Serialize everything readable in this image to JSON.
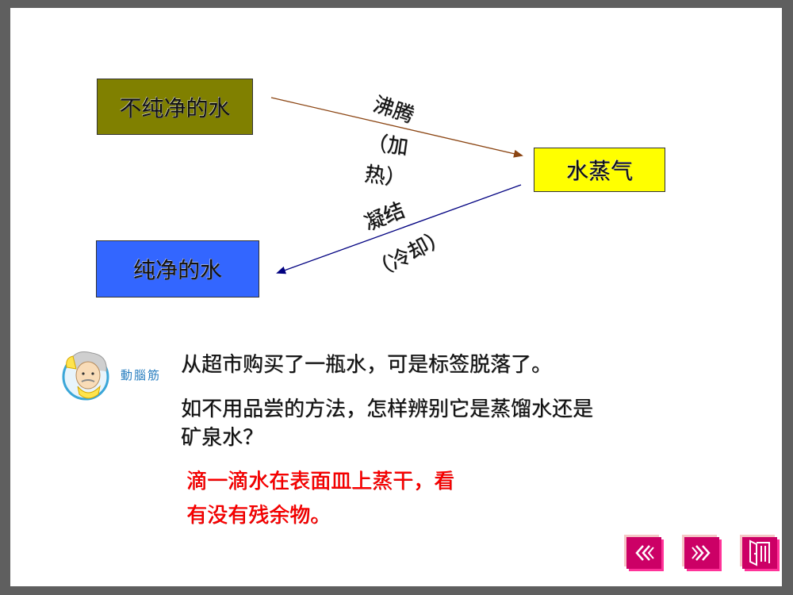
{
  "diagram": {
    "impure_water": {
      "label": "不纯净的水",
      "fill": "#808000"
    },
    "steam": {
      "label": "水蒸气",
      "fill": "#ffff00"
    },
    "pure_water": {
      "label": "纯净的水",
      "fill": "#3366ff"
    },
    "arrow_top": {
      "label_line1": "沸腾",
      "label_line2": "（加",
      "label_line3": "热）",
      "color": "#8b4513"
    },
    "arrow_bottom": {
      "label_line1": "凝结",
      "label_line2": "（冷却）",
      "color": "#000080"
    }
  },
  "mascot": {
    "caption": "動腦筋"
  },
  "question": {
    "line1": "从超市购买了一瓶水，可是标签脱落了。",
    "line2": "如不用品尝的方法，怎样辨别它是蒸馏水还是",
    "line3": "矿泉水？"
  },
  "answer": {
    "line1": "滴一滴水在表面皿上蒸干，看",
    "line2": "有没有残余物。",
    "color": "#ff0000"
  },
  "nav": {
    "prev_icon": "double-chevron-left-icon",
    "next_icon": "double-chevron-right-icon",
    "exit_icon": "door-exit-icon",
    "color": "#cc0066"
  }
}
